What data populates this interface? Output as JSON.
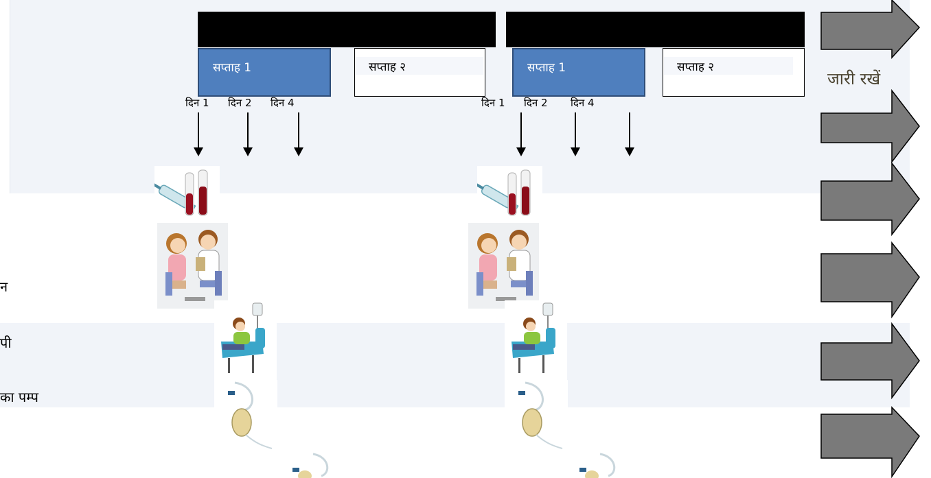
{
  "weeks": {
    "block1_week1": "सप्ताह 1",
    "block1_week2": "सप्ताह २",
    "block2_week1": "सप्ताह 1",
    "block2_week2": "सप्ताह २"
  },
  "days": {
    "block1": [
      "दिन 1",
      "दिन 2",
      "दिन 4"
    ],
    "block2": [
      "दिन 1",
      "दिन 2",
      "दिन 4"
    ]
  },
  "continue_label": "जारी रखें",
  "side_labels": [
    "न",
    "पी",
    "का पम्प"
  ],
  "icons": {
    "test_tubes": "blood-test-tubes-icon",
    "consultation": "doctor-consultation-icon",
    "chemo_chair": "chemotherapy-chair-icon",
    "pump": "infusion-pump-icon",
    "continue_arrows": "right-arrow-icon"
  },
  "colors": {
    "week_active": "#4f7fbe",
    "header_bar": "#000000",
    "arrow_fill": "#7a7a7a",
    "band": "#f1f4f9"
  }
}
